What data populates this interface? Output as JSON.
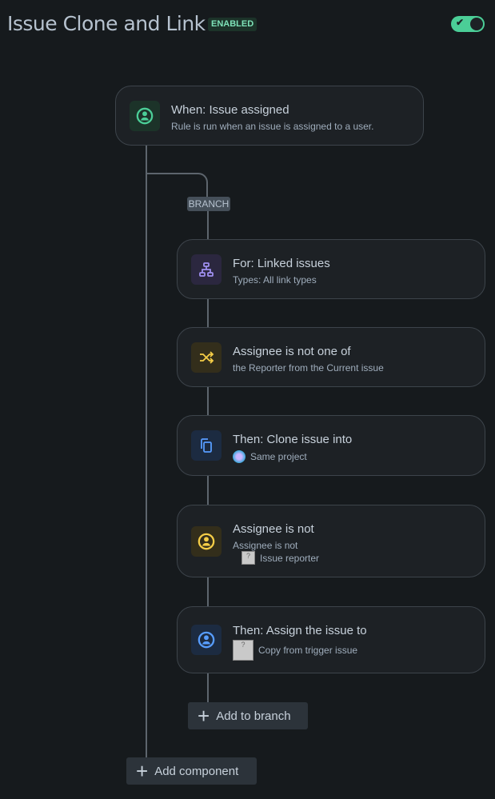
{
  "header": {
    "title": "Issue Clone and Link",
    "status_badge": "ENABLED",
    "toggle_on": true
  },
  "colors": {
    "accent_green": "#4bce97",
    "purple": "#9f8fef",
    "yellow": "#f5cd47",
    "blue": "#579dff"
  },
  "trigger": {
    "title": "When: Issue assigned",
    "subtitle": "Rule is run when an issue is assigned to a user.",
    "icon": "user-circle-icon"
  },
  "branch_label": "BRANCH",
  "components": [
    {
      "title": "For: Linked issues",
      "subtitle": "Types: All link types",
      "icon": "hierarchy-icon"
    },
    {
      "title": "Assignee is not one of",
      "subtitle": "the Reporter from the Current issue",
      "icon": "shuffle-icon"
    },
    {
      "title": "Then: Clone issue into",
      "subtitle": "Same project",
      "icon": "copy-icon"
    },
    {
      "title": "Assignee is not",
      "subtitle": "Assignee is not",
      "detail": "Issue reporter",
      "icon": "user-circle-icon"
    },
    {
      "title": "Then: Assign the issue to",
      "subtitle": "Copy from trigger issue",
      "icon": "user-circle-icon"
    }
  ],
  "buttons": {
    "add_to_branch": "Add to branch",
    "add_component": "Add component"
  }
}
